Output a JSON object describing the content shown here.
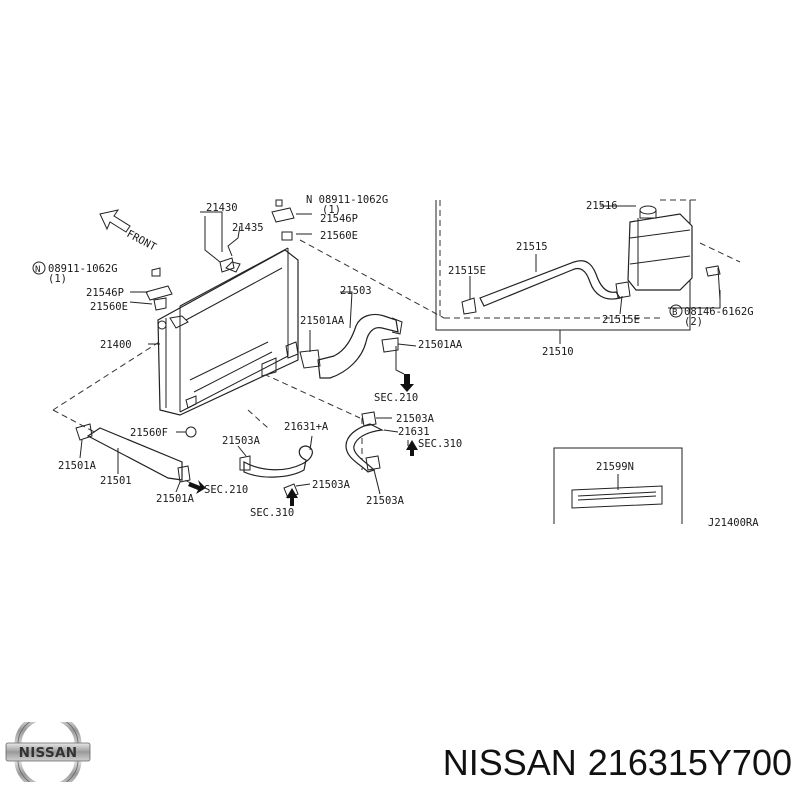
{
  "diagram": {
    "code": "J21400RA",
    "front_label": "FRONT",
    "labels": {
      "p21430": "21430",
      "p21435": "21435",
      "bolt_top": "N 08911-1062G",
      "qty_top": "(1)",
      "p21546p_top": "21546P",
      "p21560e_top": "21560E",
      "bolt_left": "08911-1062G",
      "bolt_left_circle": "N",
      "qty_left": "(1)",
      "p21546p_left": "21546P",
      "p21560e_left": "21560E",
      "p21400": "21400",
      "p21503": "21503",
      "p21501aa_l": "21501AA",
      "p21501aa_r": "21501AA",
      "sec210_a": "SEC.210",
      "p21516": "21516",
      "p21515": "21515",
      "p21515e_l": "21515E",
      "p21515e_r": "21515E",
      "bolt_right_circle": "B",
      "bolt_right": "08146-6162G",
      "qty_right": "(2)",
      "p21510": "21510",
      "p21560f": "21560F",
      "p21501a_l": "21501A",
      "p21501": "21501",
      "p21501a_b": "21501A",
      "sec210_b": "SEC.210",
      "p21503a_1": "21503A",
      "p21631a": "21631+A",
      "p21503a_2": "21503A",
      "p21631": "21631",
      "sec310_a": "SEC.310",
      "p21503a_3": "21503A",
      "sec310_b": "SEC.310",
      "p21503a_4": "21503A",
      "p21599n": "21599N"
    }
  },
  "logo": {
    "text": "NISSAN"
  },
  "footer": {
    "brand": "NISSAN",
    "part_number": "216315Y700"
  }
}
